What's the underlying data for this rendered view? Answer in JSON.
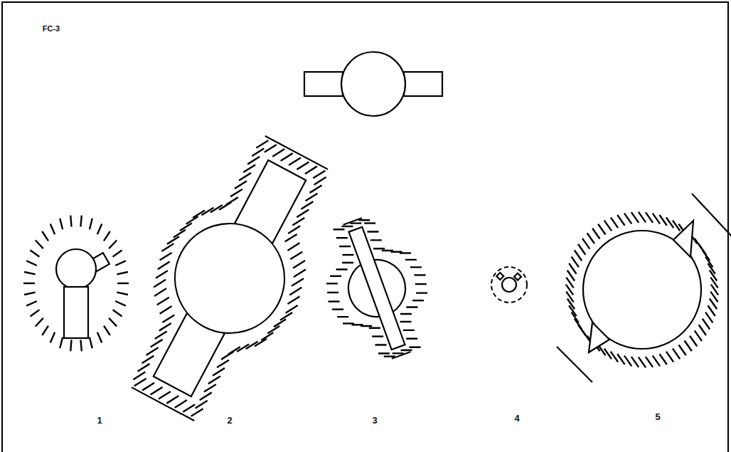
{
  "diagram": {
    "labels": [
      "FC-3",
      "1",
      "2",
      "3",
      "4",
      "5"
    ]
  }
}
